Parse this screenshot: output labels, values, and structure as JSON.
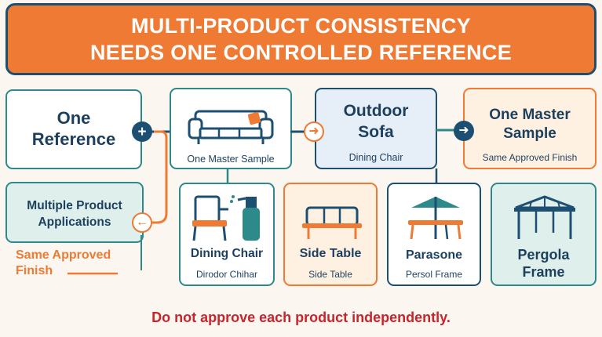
{
  "banner": {
    "line1": "MULTI-PRODUCT CONSISTENCY",
    "line2": "NEEDS ONE CONTROLLED REFERENCE"
  },
  "nodes": {
    "one_reference": {
      "title_line1": "One",
      "title_line2": "Reference"
    },
    "master_sample_sofa": {
      "caption": "One Master Sample"
    },
    "outdoor_sofa": {
      "title_line1": "Outdoor",
      "title_line2": "Sofa",
      "caption": "Dining Chair"
    },
    "one_master_sample": {
      "title_line1": "One Master",
      "title_line2": "Sample",
      "caption": "Same Approved Finish"
    },
    "multiple_product": {
      "title_line1": "Multiple Product",
      "title_line2": "Applications",
      "note_line1": "Same Approved",
      "note_line2": "Finish"
    },
    "dining_chair": {
      "title": "Dining Chair",
      "caption": "Dirodor Chihar"
    },
    "side_table": {
      "title": "Side Table",
      "caption": "Side Table"
    },
    "parasone": {
      "title": "Parasone",
      "caption": "Persol Frame"
    },
    "pergola": {
      "title_line1": "Pergola",
      "title_line2": "Frame"
    }
  },
  "footer": {
    "warning": "Do not approve each product independently."
  },
  "colors": {
    "navy": "#1d4f73",
    "orange": "#ee7a33",
    "teal": "#2e8a8a",
    "mint": "#dff0ec",
    "cream": "#fff1e2",
    "lightblue": "#e6eef7",
    "red": "#c8242d"
  }
}
